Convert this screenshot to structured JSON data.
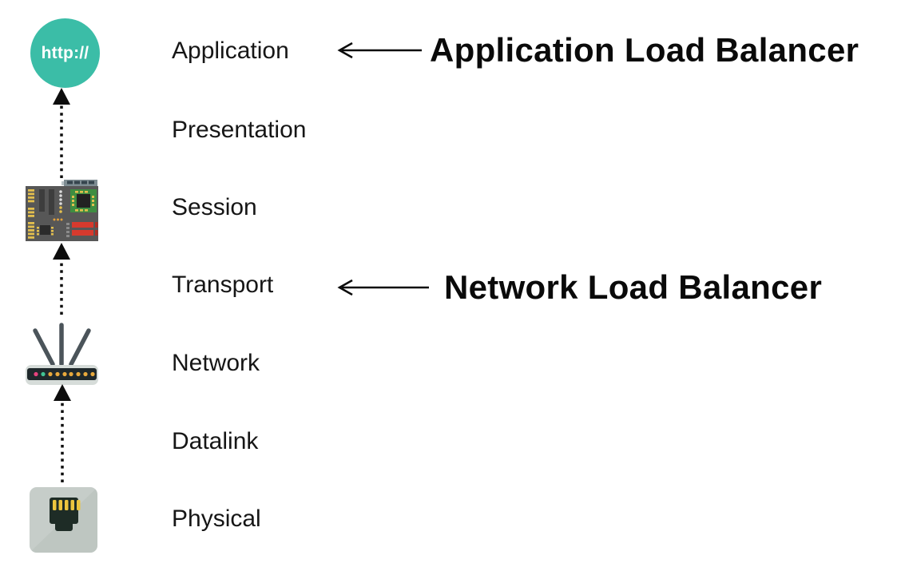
{
  "osi_layers": [
    {
      "label": "Application"
    },
    {
      "label": "Presentation"
    },
    {
      "label": "Session"
    },
    {
      "label": "Transport"
    },
    {
      "label": "Network"
    },
    {
      "label": "Datalink"
    },
    {
      "label": "Physical"
    }
  ],
  "annotations": [
    {
      "label": "Application Load Balancer",
      "points_to": "Application"
    },
    {
      "label": "Network Load Balancer",
      "points_to": "Transport"
    }
  ],
  "icons": [
    {
      "name": "http-browser-icon",
      "label": "http://",
      "layer": "Application"
    },
    {
      "name": "motherboard-icon",
      "layer": "Session"
    },
    {
      "name": "router-icon",
      "layer": "Network"
    },
    {
      "name": "ethernet-port-icon",
      "layer": "Physical"
    }
  ],
  "colors": {
    "background": "#ffffff",
    "text": "#161616",
    "arrow": "#0d0d0d",
    "http_circle": "#3bbda7",
    "board_base": "#575757",
    "cpu_green": "#3e8e41",
    "ram_red": "#d63a2e",
    "pin_yellow": "#e3bf4e",
    "router_body": "#d6dcd9",
    "router_face": "#1f282b",
    "led_pink": "#e8437e",
    "led_green": "#41c493",
    "led_amber": "#e8a93c",
    "ethernet_plate": "#c6cdc9",
    "ethernet_jack": "#1e2c26"
  }
}
